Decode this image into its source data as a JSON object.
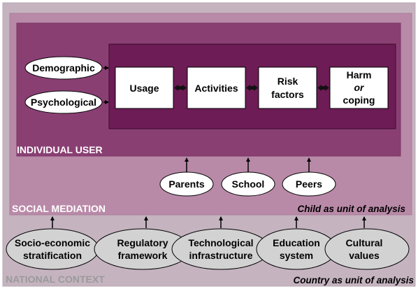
{
  "regions": {
    "national_label": "NATIONAL CONTEXT",
    "national_unit": "Country as unit of analysis",
    "social_label": "SOCIAL MEDIATION",
    "social_unit": "Child as unit of analysis",
    "individual_label": "INDIVIDUAL USER"
  },
  "inputs": {
    "demographic": "Demographic",
    "psychological": "Psychological"
  },
  "process": {
    "usage": "Usage",
    "activities": "Activities",
    "risk_1": "Risk",
    "risk_2": "factors",
    "harm_1": "Harm",
    "harm_2": "or",
    "harm_3": "coping"
  },
  "mediators": {
    "parents": "Parents",
    "school": "School",
    "peers": "Peers"
  },
  "context": {
    "socio_1": "Socio-economic",
    "socio_2": "stratification",
    "regulatory_1": "Regulatory",
    "regulatory_2": "framework",
    "tech_1": "Technological",
    "tech_2": "infrastructure",
    "education_1": "Education",
    "education_2": "system",
    "cultural_1": "Cultural",
    "cultural_2": "values"
  },
  "colors": {
    "national_bg": "#c5b4c0",
    "social_bg": "#b98aa8",
    "individual_bg": "#8a3f73",
    "process_bg": "#6d1c55",
    "box_fill": "#ffffff",
    "oval_fill": "#ffffff",
    "context_oval_fill": "#d2d2d2"
  }
}
